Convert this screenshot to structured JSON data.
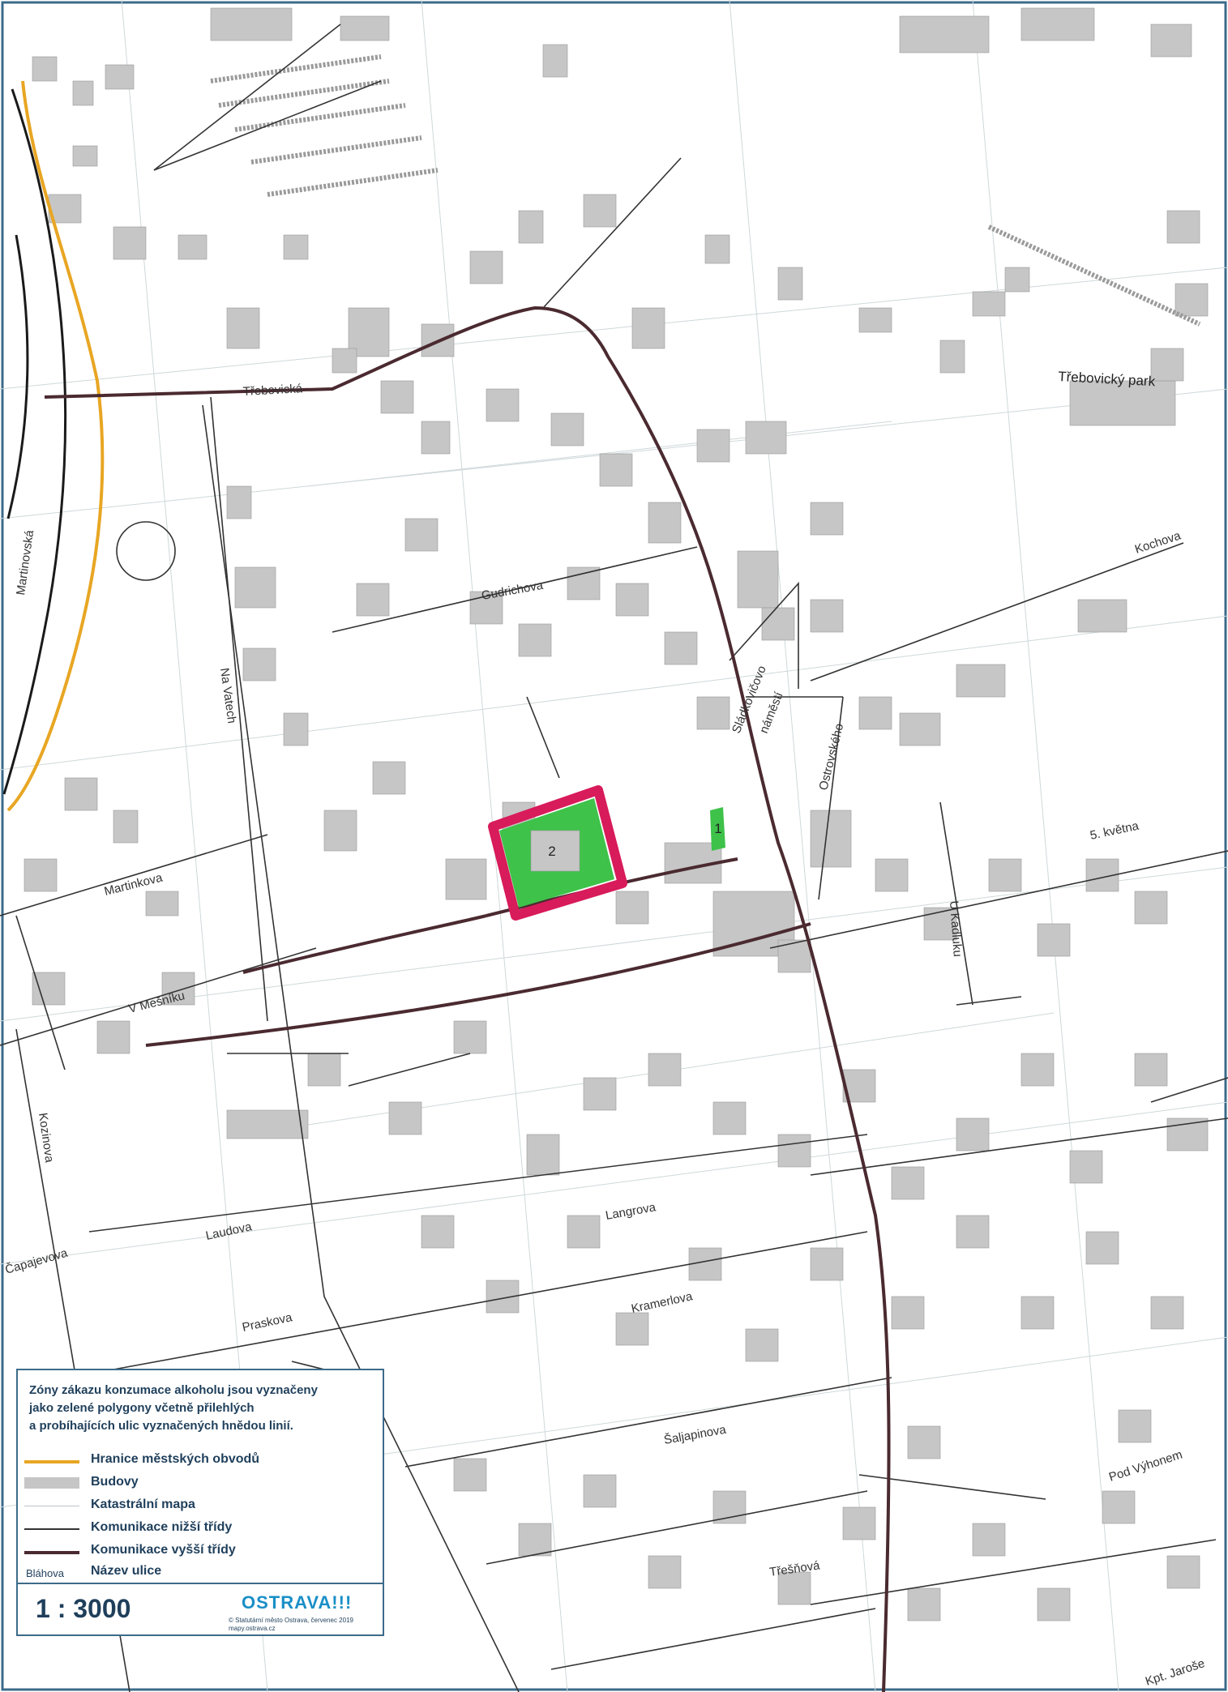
{
  "map": {
    "streets": [
      {
        "id": "trebovicka",
        "label": "Třebovická"
      },
      {
        "id": "martinovska",
        "label": "Martinovská"
      },
      {
        "id": "gudrichova",
        "label": "Gudrichova"
      },
      {
        "id": "na-vatech",
        "label": "Na Vatech"
      },
      {
        "id": "kochova",
        "label": "Kochova"
      },
      {
        "id": "sladkovicovo",
        "label": "Sládkovičovo"
      },
      {
        "id": "namesti",
        "label": "náměstí"
      },
      {
        "id": "ostrovskeho",
        "label": "Ostrovského"
      },
      {
        "id": "martinkova",
        "label": "Martinkova"
      },
      {
        "id": "5-kvetna",
        "label": "5. května"
      },
      {
        "id": "u-kaduku",
        "label": "U Kadluku"
      },
      {
        "id": "v-mesniku",
        "label": "V Mešníku"
      },
      {
        "id": "kozinova",
        "label": "Kozinova"
      },
      {
        "id": "laudova",
        "label": "Laudova"
      },
      {
        "id": "langrova",
        "label": "Langrova"
      },
      {
        "id": "capajevova",
        "label": "Čapajevova"
      },
      {
        "id": "praskova",
        "label": "Praskova"
      },
      {
        "id": "kramerlova",
        "label": "Kramerlova"
      },
      {
        "id": "saljapinova",
        "label": "Šaljapinova"
      },
      {
        "id": "pod-vyhonem",
        "label": "Pod Výhonem"
      },
      {
        "id": "tresnova",
        "label": "Třešňová"
      },
      {
        "id": "kpt-jaros",
        "label": "Kpt. Jaroše"
      }
    ],
    "park_label": "Třebovický park",
    "zones": [
      {
        "id": "zone-1",
        "label": "1"
      },
      {
        "id": "zone-2",
        "label": "2"
      }
    ],
    "colors": {
      "zone_fill": "#3ec24a",
      "zone_border": "#d81b5a",
      "building": "#c6c6c6",
      "district_boundary": "#e8a623",
      "major_road": "#4a2a30",
      "minor_road": "#333333",
      "cadastral": "#cfd8da"
    }
  },
  "legend": {
    "title_lines": [
      "Zóny zákazu konzumace alkoholu jsou vyznačeny",
      "jako zelené polygony včetně přilehlých",
      "a probíhajících ulic vyznačených hnědou linií."
    ],
    "items": [
      {
        "label": "Hranice městských obvodů",
        "swatch": "boundary"
      },
      {
        "label": "Budovy",
        "swatch": "building"
      },
      {
        "label": "Katastrální mapa",
        "swatch": "cadastral"
      },
      {
        "label": "Komunikace nižší třídy",
        "swatch": "minor"
      },
      {
        "label": "Komunikace vyšší třídy",
        "swatch": "major"
      },
      {
        "label": "Název ulice",
        "swatch": "text",
        "sample": "Bláhova"
      }
    ],
    "scale": "1 : 3000",
    "logo": "OSTRAVA!!!",
    "copyright_lines": [
      "© Statutární město Ostrava, červenec 2019",
      "mapy.ostrava.cz"
    ]
  }
}
